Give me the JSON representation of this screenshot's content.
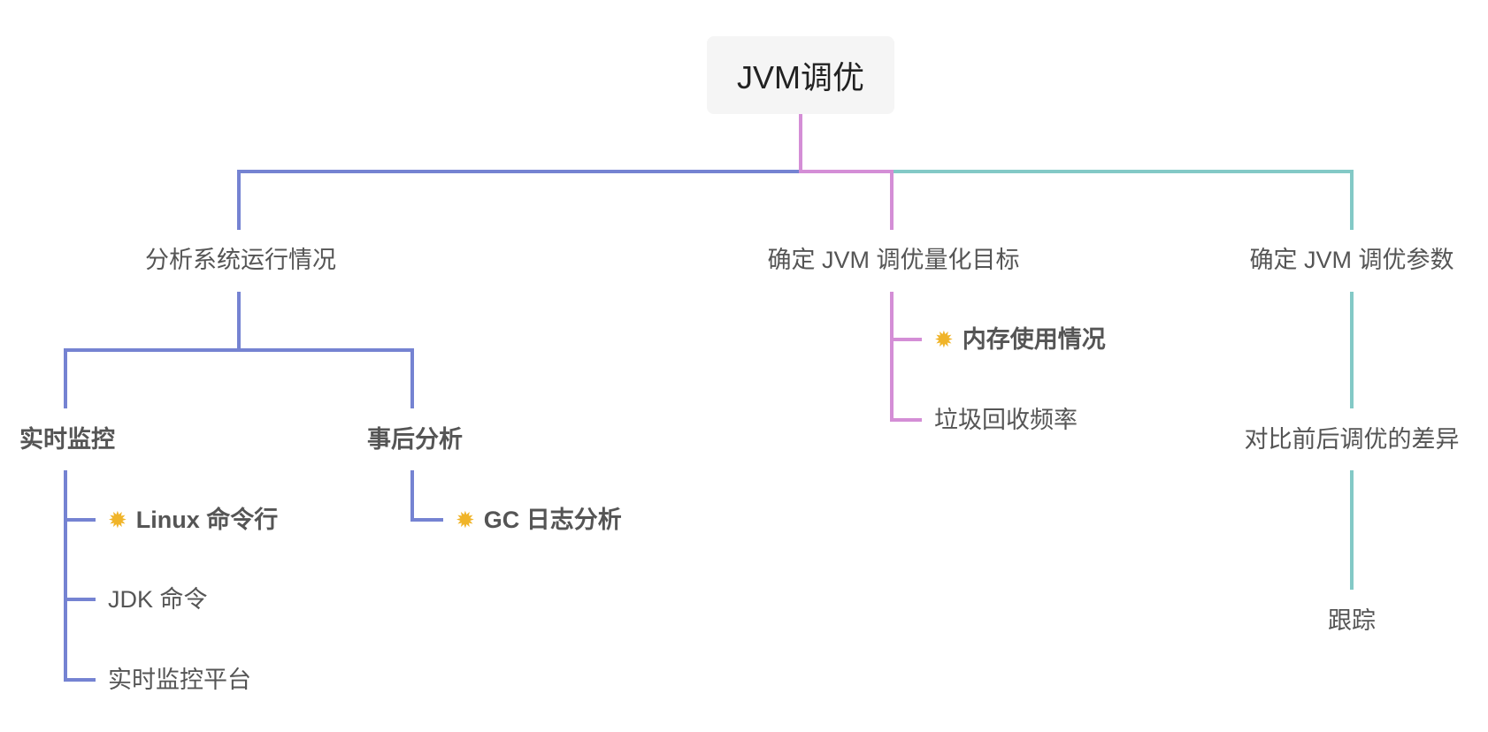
{
  "root": {
    "label": "JVM调优"
  },
  "colors": {
    "blue": "#7583d2",
    "pink": "#d48ed6",
    "teal": "#83c9c6",
    "text": "#555555"
  },
  "branches": [
    {
      "label": "分析系统运行情况",
      "color": "blue",
      "children": [
        {
          "label": "实时监控",
          "children": [
            {
              "label": "Linux 命令行",
              "starred": true
            },
            {
              "label": "JDK 命令",
              "starred": false
            },
            {
              "label": "实时监控平台",
              "starred": false
            }
          ]
        },
        {
          "label": "事后分析",
          "children": [
            {
              "label": "GC 日志分析",
              "starred": true
            }
          ]
        }
      ]
    },
    {
      "label": "确定 JVM 调优量化目标",
      "color": "pink",
      "children": [
        {
          "label": "内存使用情况",
          "starred": true
        },
        {
          "label": "垃圾回收频率",
          "starred": false
        }
      ]
    },
    {
      "label": "确定 JVM 调优参数",
      "color": "teal",
      "children": [
        {
          "label": "对比前后调优的差异"
        },
        {
          "label": "跟踪"
        }
      ]
    }
  ],
  "icons": {
    "star": "star-icon"
  }
}
